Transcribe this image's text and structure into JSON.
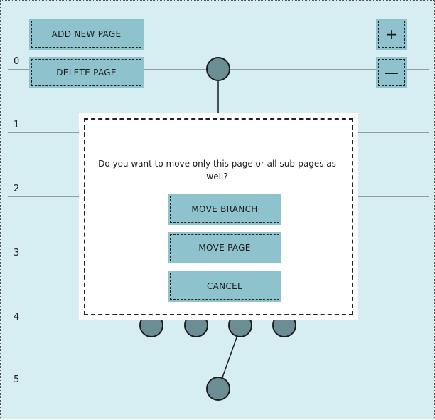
{
  "toolbar": {
    "add_page_label": "ADD NEW PAGE",
    "delete_page_label": "DELETE PAGE",
    "zoom_in_label": "+",
    "zoom_out_label": "—"
  },
  "levels": [
    "0",
    "1",
    "2",
    "3",
    "4",
    "5"
  ],
  "dialog": {
    "message": "Do you want to move only this page or all sub-pages as well?",
    "move_branch_label": "MOVE BRANCH",
    "move_page_label": "MOVE PAGE",
    "cancel_label": "CANCEL"
  },
  "colors": {
    "background": "#d6edf1",
    "button": "#8ec3cd",
    "node": "#6b8e95",
    "dialog": "#ffffff"
  }
}
